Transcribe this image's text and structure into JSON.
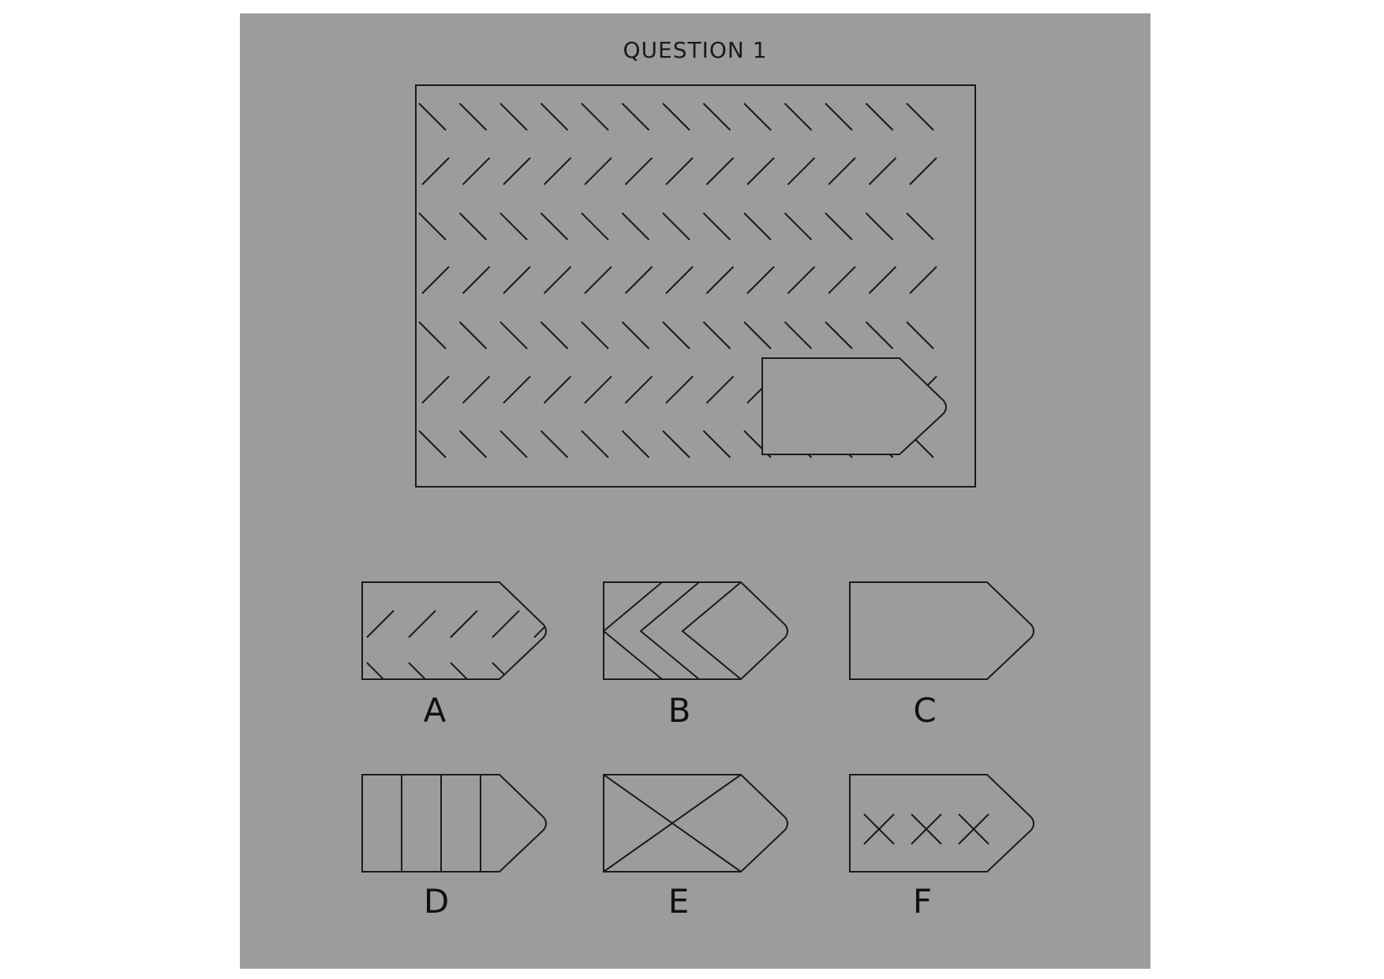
{
  "question": {
    "title": "QUESTION 1"
  },
  "options": [
    {
      "letter": "A",
      "pattern": "diagonal-dashes"
    },
    {
      "letter": "B",
      "pattern": "chevrons"
    },
    {
      "letter": "C",
      "pattern": "blank"
    },
    {
      "letter": "D",
      "pattern": "vertical-lines"
    },
    {
      "letter": "E",
      "pattern": "big-x"
    },
    {
      "letter": "F",
      "pattern": "three-x"
    }
  ],
  "colors": {
    "background": "#9c9c9c",
    "stroke": "#1a1a1a"
  }
}
